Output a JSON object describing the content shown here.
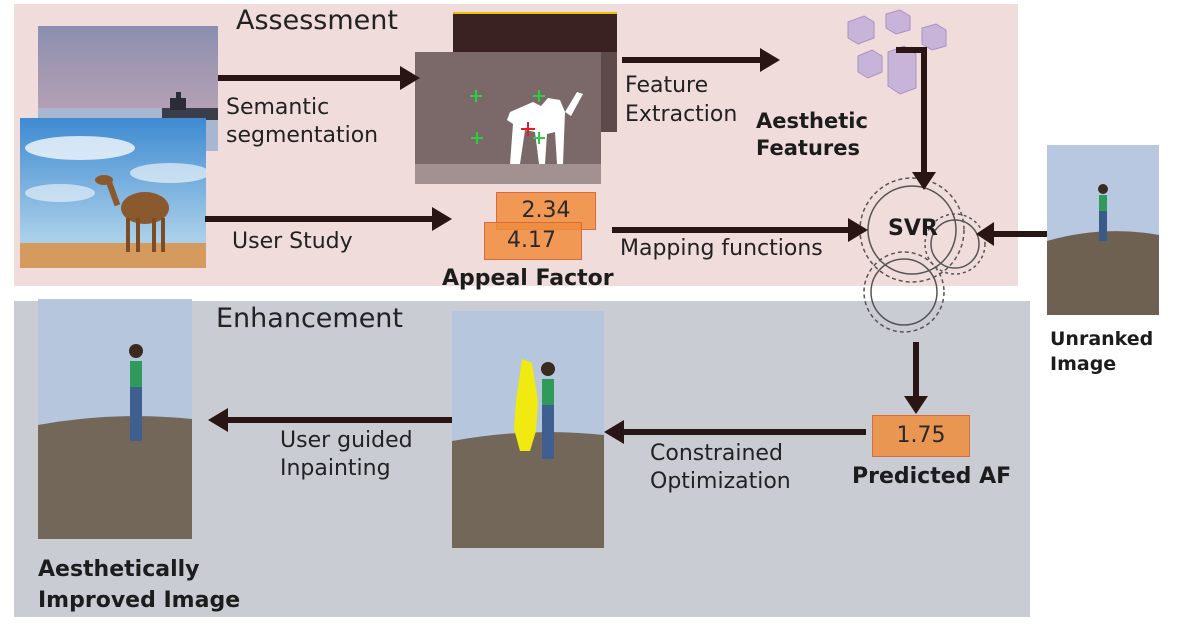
{
  "assessment": {
    "title": "Assessment",
    "labels": {
      "semantic": [
        "Semantic",
        "segmentation"
      ],
      "feature": [
        "Feature",
        "Extraction"
      ],
      "aesthetic": [
        "Aesthetic",
        "Features"
      ],
      "user_study": "User Study",
      "mapping": "Mapping functions",
      "appeal": "Appeal Factor",
      "svr": "SVR"
    },
    "scores": [
      "2.34",
      "4.17"
    ]
  },
  "enhancement": {
    "title": "Enhancement",
    "labels": {
      "inpainting": [
        "User guided",
        "Inpainting"
      ],
      "optimization": [
        "Constrained",
        "Optimization"
      ],
      "predicted": "Predicted AF",
      "improved": [
        "Aesthetically",
        "Improved Image"
      ],
      "unranked": [
        "Unranked",
        "Image"
      ]
    },
    "predicted_value": "1.75"
  },
  "colors": {
    "assessment_bg": "#f1dcdc",
    "enhancement_bg": "#c9ccd3",
    "arrow": "#2a1515",
    "score_fill": "#f0903c"
  }
}
